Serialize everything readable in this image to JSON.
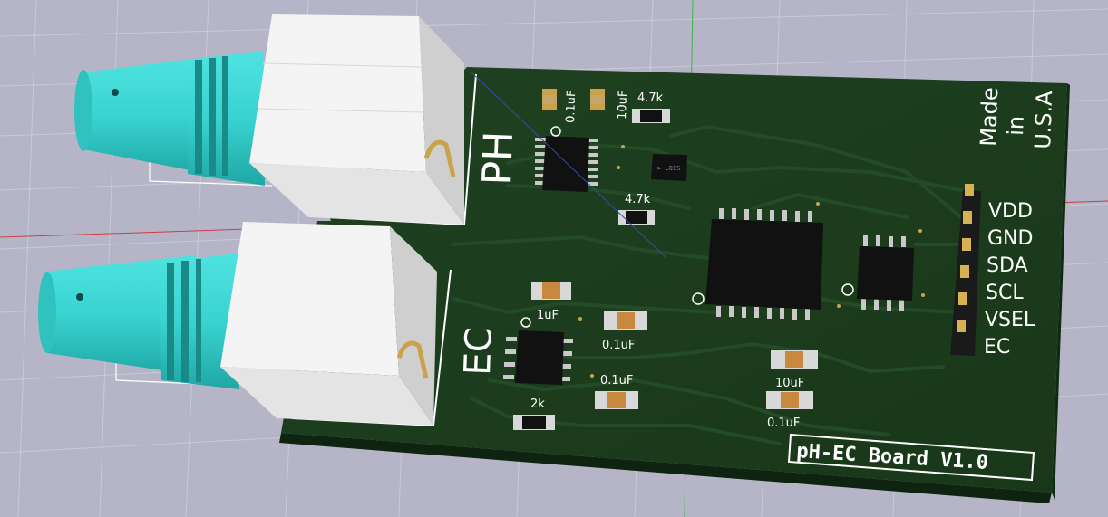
{
  "board": {
    "ph_label": "PH",
    "ec_label": "EC",
    "made_line1": "Made",
    "made_line2": "in",
    "made_line3": "U.S.A",
    "title": "pH-EC Board V1.0"
  },
  "header_pins": [
    "VDD",
    "GND",
    "SDA",
    "SCL",
    "VSEL",
    "EC"
  ],
  "components": {
    "c1": "0.1uF",
    "c2": "10uF",
    "r1": "4.7k",
    "r2": "4.7k",
    "c3": "1uF",
    "c4": "0.1uF",
    "c5": "0.1uF",
    "r3": "2k",
    "c6": "10uF",
    "c7": "0.1uF"
  },
  "colors": {
    "background": "#b5b5c7",
    "pcb": "#1c3d1f",
    "silkscreen": "#ffffff",
    "pad": "#c9a24a",
    "connector": "#3ad6d4"
  }
}
